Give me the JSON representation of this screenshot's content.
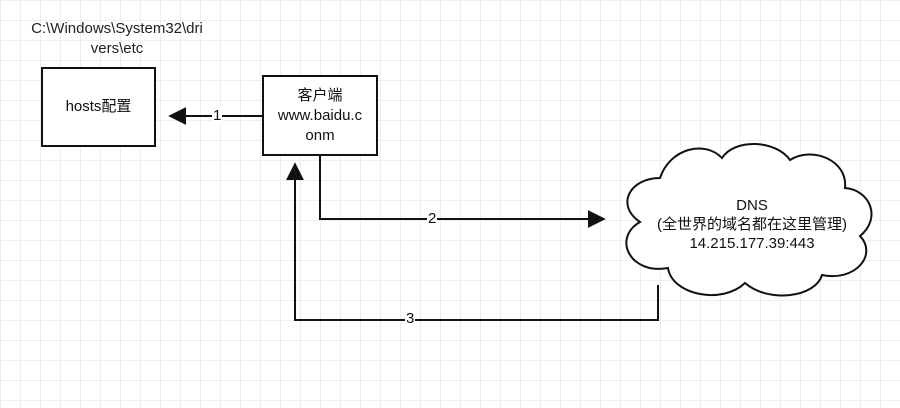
{
  "path_note": {
    "line1": "C:\\Windows\\System32\\dri",
    "line2": "vers\\etc"
  },
  "hosts_box": {
    "label": "hosts配置"
  },
  "client_box": {
    "line1": "客户端",
    "line2": "www.baidu.c",
    "line3": "onm"
  },
  "dns_cloud": {
    "line1": "DNS",
    "line2": "(全世界的域名都在这里管理)",
    "line3": "14.215.177.39:443"
  },
  "edges": {
    "e1": "1",
    "e2": "2",
    "e3": "3"
  },
  "colors": {
    "stroke": "#111111",
    "grid": "#eeeeee"
  }
}
